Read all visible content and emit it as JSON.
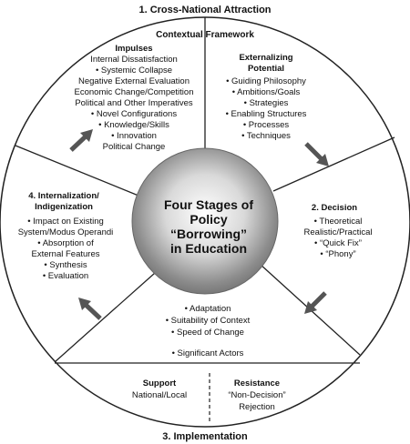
{
  "stage1_title": "1. Cross-National Attraction",
  "stage3_title": "3. Implementation",
  "contextual_framework": "Contextual Framework",
  "impulses": {
    "heading": "Impulses",
    "items": [
      "Internal Dissatisfaction",
      "• Systemic Collapse",
      "Negative External Evaluation",
      "Economic Change/Competition",
      "Political and Other Imperatives",
      "• Novel Configurations",
      "• Knowledge/Skills",
      "• Innovation",
      "Political Change"
    ]
  },
  "externalizing": {
    "heading": [
      "Externalizing",
      "Potential"
    ],
    "items": [
      "• Guiding Philosophy",
      "• Ambitions/Goals",
      "• Strategies",
      "• Enabling Structures",
      "• Processes",
      "• Techniques"
    ]
  },
  "decision": {
    "heading": "2. Decision",
    "items": [
      "• Theoretical",
      "Realistic/Practical",
      "• “Quick Fix”",
      "• “Phony”"
    ]
  },
  "implementation": {
    "items": [
      "• Adaptation",
      "• Suitability of Context",
      "• Speed of Change",
      "• Significant Actors"
    ]
  },
  "support": {
    "heading": "Support",
    "text": "National/Local"
  },
  "resistance": {
    "heading": "Resistance",
    "lines": [
      "“Non-Decision”",
      "Rejection"
    ]
  },
  "internalization": {
    "heading": [
      "4. Internalization/",
      "Indigenization"
    ],
    "items": [
      "• Impact on Existing",
      "System/Modus Operandi",
      "• Absorption of",
      "External Features",
      "• Synthesis",
      "• Evaluation"
    ]
  },
  "center": {
    "lines": [
      "Four Stages of",
      "Policy",
      "“Borrowing”",
      "in Education"
    ]
  }
}
